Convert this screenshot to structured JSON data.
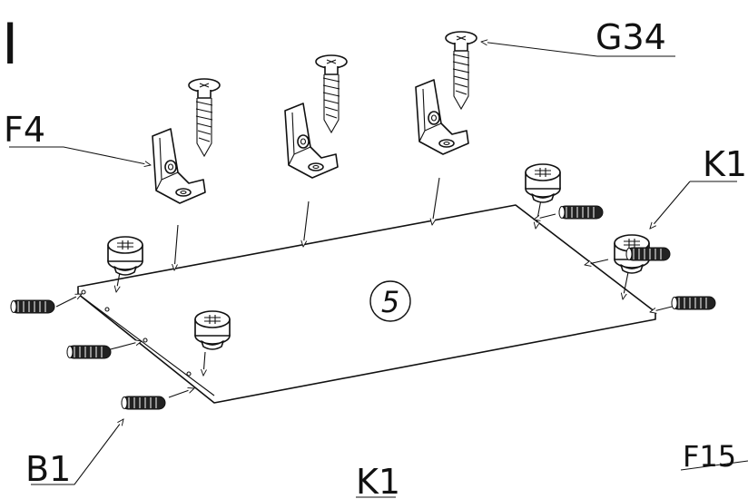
{
  "step_number": "I",
  "panel_number": "5",
  "callouts": {
    "screw": "G34",
    "bracket": "F4",
    "cam_lock_right": "K1",
    "dowel": "B1",
    "cam_lock_bottom": "K1",
    "partial_right": "F15"
  },
  "icons": [
    "screw-icon",
    "corner-bracket-icon",
    "cam-lock-icon",
    "wooden-dowel-icon"
  ],
  "colors": {
    "ink": "#111111",
    "background": "#ffffff",
    "dowel_fill": "#222222"
  }
}
